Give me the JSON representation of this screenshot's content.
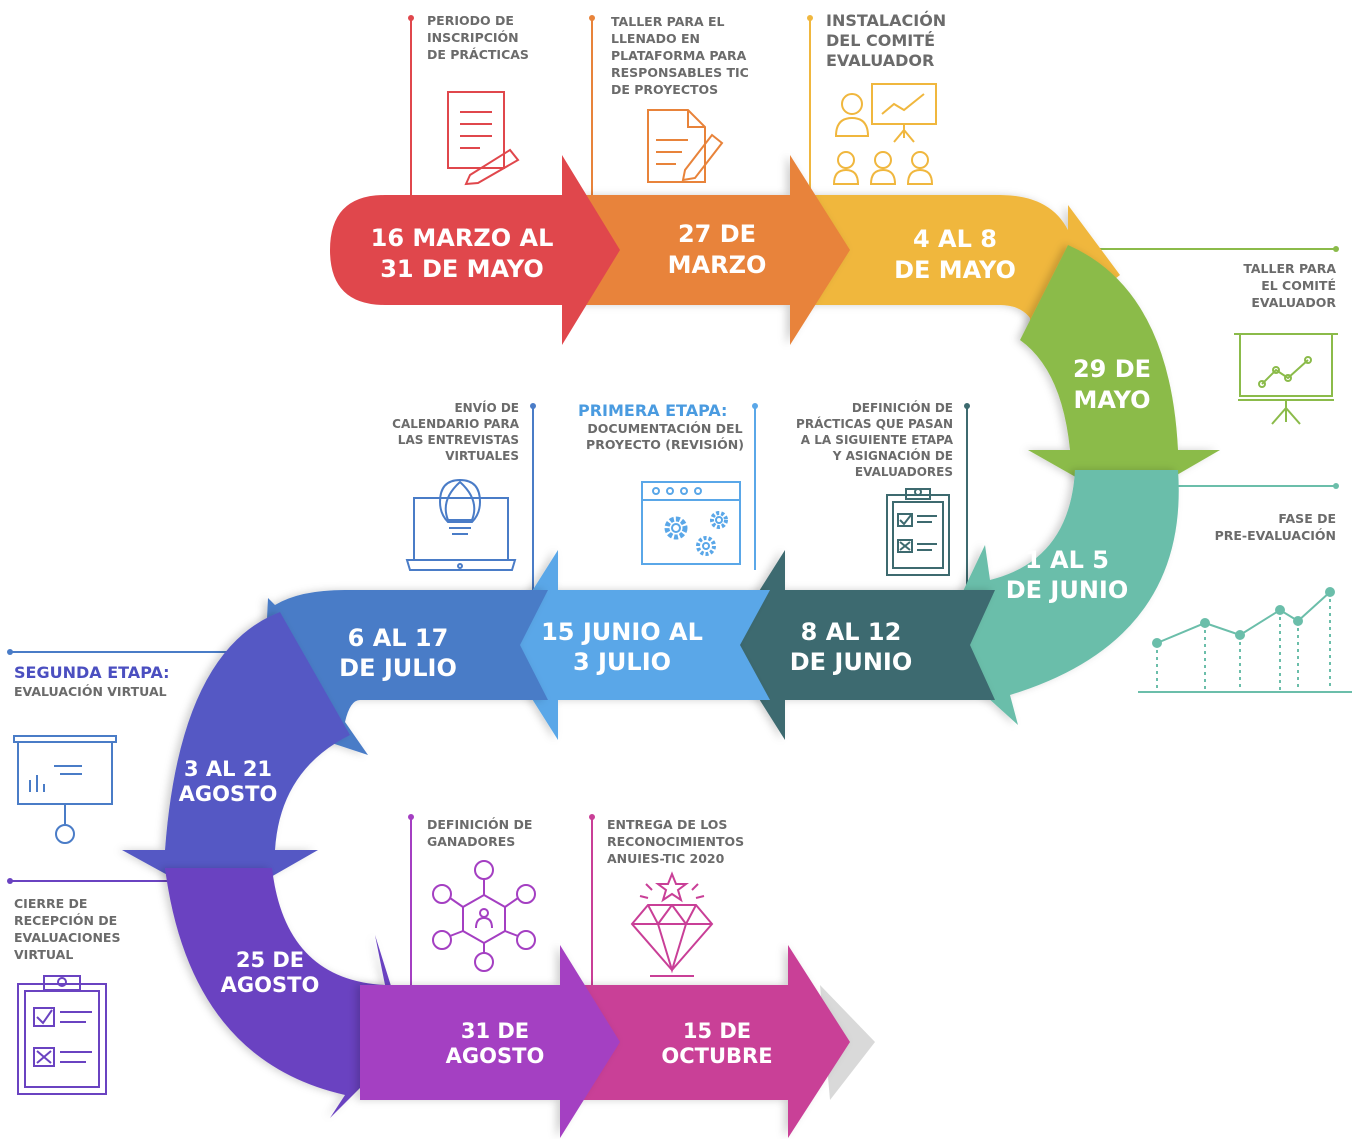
{
  "colors": {
    "red": "#e0474c",
    "orange": "#e8833a",
    "yellow": "#f0b73e",
    "green": "#8bbb4a",
    "teal": "#6bbeaa",
    "dark_teal": "#3d6a6f",
    "light_blue": "#5aa7e8",
    "blue": "#4a7cc7",
    "indigo": "#5459c4",
    "violet": "#6a43c1",
    "purple": "#a43fc2",
    "magenta": "#c93f97",
    "label_gray": "#6b6b6b",
    "first_stage_blue": "#4a9be0",
    "second_stage_indigo": "#4b4fc0"
  },
  "steps": [
    {
      "line1": "16 MARZO AL",
      "line2": "31 DE MAYO"
    },
    {
      "line1": "27 DE",
      "line2": "MARZO"
    },
    {
      "line1": "4 AL 8",
      "line2": "DE MAYO"
    },
    {
      "line1": "29 DE",
      "line2": "MAYO"
    },
    {
      "line1": "1 AL 5",
      "line2": "DE JUNIO"
    },
    {
      "line1": "8 AL 12",
      "line2": "DE JUNIO"
    },
    {
      "line1": "15 JUNIO AL",
      "line2": "3 JULIO"
    },
    {
      "line1": "6 AL 17",
      "line2": "DE JULIO"
    },
    {
      "line1": "3 AL 21",
      "line2": "AGOSTO"
    },
    {
      "line1": "25 DE",
      "line2": "AGOSTO"
    },
    {
      "line1": "31 DE",
      "line2": "AGOSTO"
    },
    {
      "line1": "15 DE",
      "line2": "OCTUBRE"
    }
  ],
  "labels": {
    "inscripcion": "PERIODO DE\nINSCRIPCIÓN\nDE PRÁCTICAS",
    "taller_llenado": "TALLER PARA EL\nLLENADO EN\nPLATAFORMA PARA\nRESPONSABLES TIC\nDE PROYECTOS",
    "instalacion": "INSTALACIÓN\nDEL COMITÉ\nEVALUADOR",
    "taller_comite": "TALLER PARA\nEL COMITÉ\nEVALUADOR",
    "pre_evaluacion": "FASE DE\nPRE-EVALUACIÓN",
    "definicion_practicas": "DEFINICIÓN DE\nPRÁCTICAS QUE PASAN\nA LA SIGUIENTE ETAPA\nY ASIGNACIÓN DE\nEVALUADORES",
    "envio_calendario": "ENVÍO DE\nCALENDARIO PARA\nLAS ENTREVISTAS\nVIRTUALES",
    "cierre": "CIERRE DE\nRECEPCIÓN DE\nEVALUACIONES\nVIRTUAL",
    "definicion_ganadores": "DEFINICIÓN DE\nGANADORES",
    "entrega": "ENTREGA DE LOS\nRECONOCIMIENTOS\nANUIES-TIC 2020"
  },
  "stages": {
    "first_title": "PRIMERA ETAPA:",
    "first_sub": "DOCUMENTACIÓN DEL\nPROYECTO (REVISIÓN)",
    "second_title": "SEGUNDA ETAPA:",
    "second_sub": "EVALUACIÓN VIRTUAL"
  },
  "icons": [
    "document-pencil-icon",
    "paper-pencil-icon",
    "committee-presentation-icon",
    "presentation-board-icon",
    "line-chart-icon",
    "clipboard-checklist-icon",
    "browser-gears-icon",
    "laptop-lightbulb-icon",
    "presentation-pin-icon",
    "clipboard-checklist-large-icon",
    "network-people-icon",
    "diamond-star-icon"
  ]
}
